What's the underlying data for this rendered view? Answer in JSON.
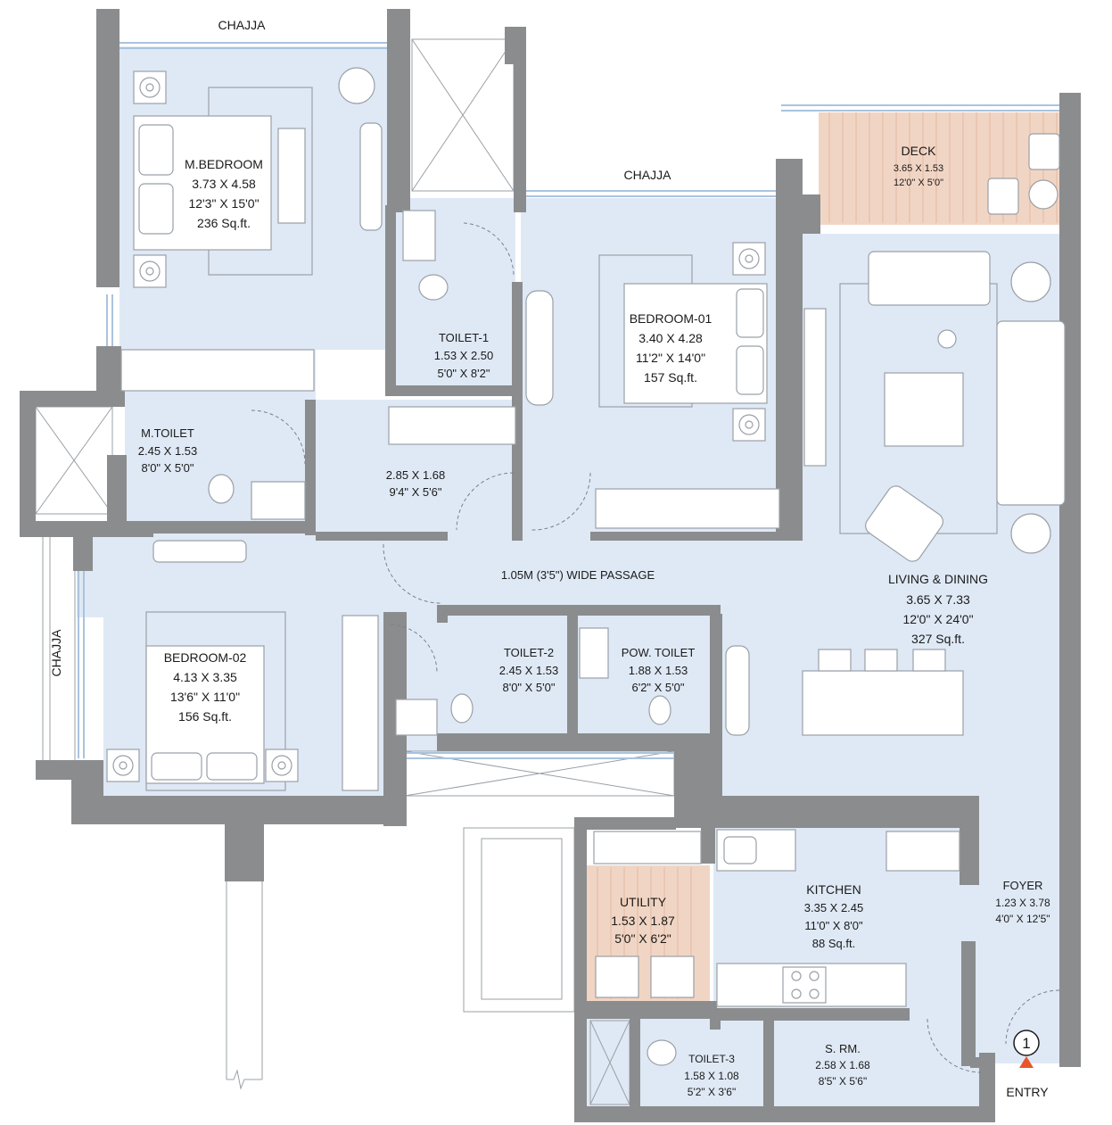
{
  "colors": {
    "wall": "#8b8c8e",
    "floor": "#dfe9f5",
    "wood": "#f1d5c4",
    "furniture_stroke": "#9aa0a6",
    "entry_arrow": "#e8562a"
  },
  "chajja": {
    "top_left": "CHAJJA",
    "top_mid": "CHAJJA",
    "left": "CHAJJA"
  },
  "passage_label": "1.05M (3'5\") WIDE PASSAGE",
  "entry": {
    "number": "1",
    "label": "ENTRY"
  },
  "rooms": {
    "deck": {
      "name": "DECK",
      "metric": "3.65 X 1.53",
      "imperial": "12'0\" X 5'0\""
    },
    "master_bedroom": {
      "name": "M.BEDROOM",
      "metric": "3.73 X 4.58",
      "imperial": "12'3\" X 15'0\"",
      "area": "236 Sq.ft."
    },
    "toilet_1": {
      "name": "TOILET-1",
      "metric": "1.53 X 2.50",
      "imperial": "5'0\" X 8'2\""
    },
    "bedroom_01": {
      "name": "BEDROOM-01",
      "metric": "3.40 X 4.28",
      "imperial": "11'2\" X 14'0\"",
      "area": "157 Sq.ft."
    },
    "master_toilet": {
      "name": "M.TOILET",
      "metric": "2.45 X 1.53",
      "imperial": "8'0\" X 5'0\""
    },
    "dress": {
      "metric": "2.85 X 1.68",
      "imperial": "9'4\" X 5'6\""
    },
    "living_dining": {
      "name": "LIVING & DINING",
      "metric": "3.65 X 7.33",
      "imperial": "12'0\" X 24'0\"",
      "area": "327 Sq.ft."
    },
    "bedroom_02": {
      "name": "BEDROOM-02",
      "metric": "4.13 X 3.35",
      "imperial": "13'6\" X 11'0\"",
      "area": "156 Sq.ft."
    },
    "toilet_2": {
      "name": "TOILET-2",
      "metric": "2.45 X 1.53",
      "imperial": "8'0\" X 5'0\""
    },
    "pow_toilet": {
      "name": "POW. TOILET",
      "metric": "1.88 X 1.53",
      "imperial": "6'2\" X 5'0\""
    },
    "utility": {
      "name": "UTILITY",
      "metric": "1.53 X 1.87",
      "imperial": "5'0\" X 6'2\""
    },
    "kitchen": {
      "name": "KITCHEN",
      "metric": "3.35 X 2.45",
      "imperial": "11'0\" X 8'0\"",
      "area": "88 Sq.ft."
    },
    "foyer": {
      "name": "FOYER",
      "metric": "1.23 X 3.78",
      "imperial": "4'0\" X 12'5\""
    },
    "toilet_3": {
      "name": "TOILET-3",
      "metric": "1.58 X 1.08",
      "imperial": "5'2\" X 3'6\""
    },
    "servant_room": {
      "name": "S. RM.",
      "metric": "2.58 X 1.68",
      "imperial": "8'5\" X 5'6\""
    }
  }
}
